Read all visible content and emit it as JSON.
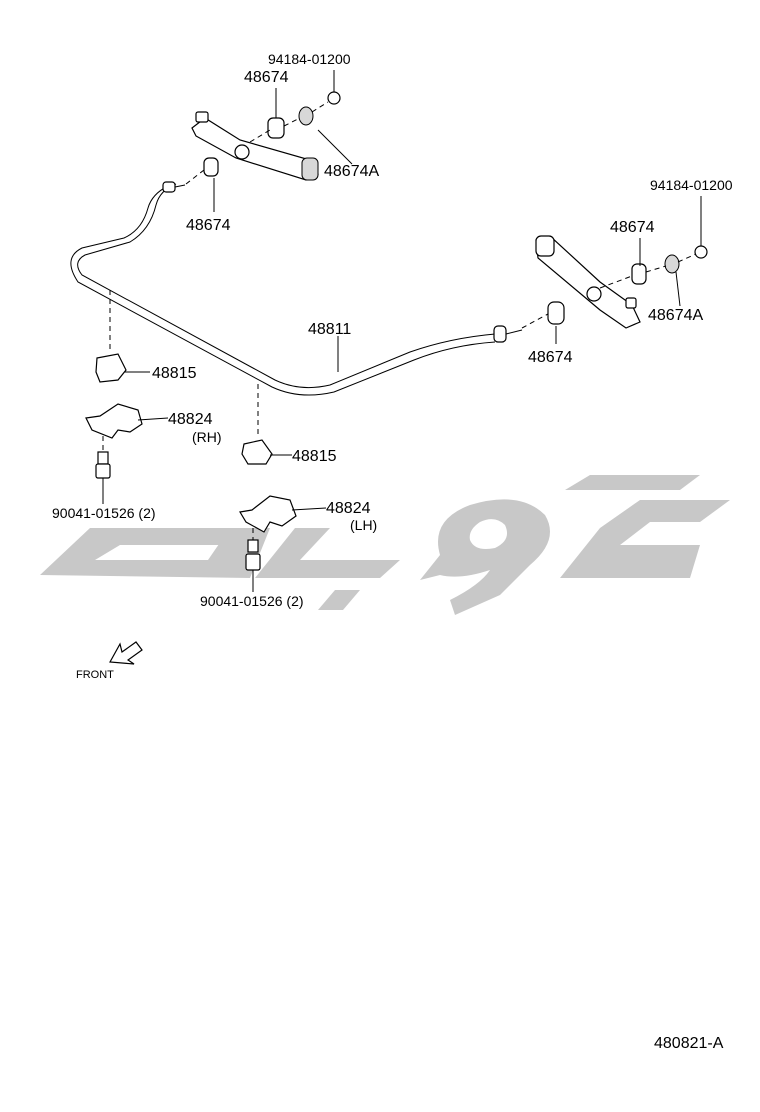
{
  "diagram_id": "480821-A",
  "labels": {
    "nut_top": "94184-01200",
    "bush_top_upper": "48674",
    "retainer_top": "48674A",
    "bush_top_lower": "48674",
    "nut_right": "94184-01200",
    "bush_right_upper": "48674",
    "retainer_right": "48674A",
    "bush_right_lower": "48674",
    "stabilizer_bar": "48811",
    "bushing_rh": "48815",
    "bushing_lh": "48815",
    "bracket_rh": "48824",
    "bracket_rh_side": "(RH)",
    "bracket_lh": "48824",
    "bracket_lh_side": "(LH)",
    "bolt_rh": "90041-01526 (2)",
    "bolt_lh": "90041-01526 (2)",
    "front": "FRONT"
  },
  "colors": {
    "line": "#000000",
    "watermark": "#c8c8c8",
    "background": "#ffffff"
  }
}
